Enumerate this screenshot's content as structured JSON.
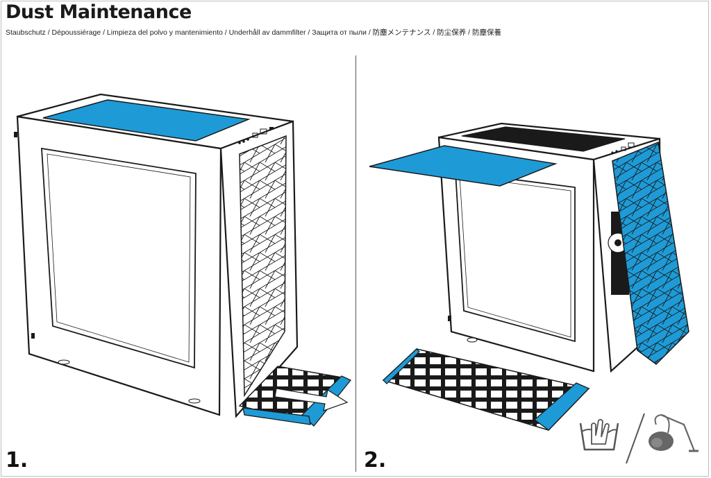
{
  "document": {
    "title": "Dust Maintenance",
    "subtitle": "Staubschutz / Dépoussiérage / Limpieza del polvo y mantenimiento / Underhåll av dammfilter / Защита от пыли / 防塵メンテナンス / 防尘保养 / 防塵保養"
  },
  "steps": [
    {
      "label": "1."
    },
    {
      "label": "2."
    }
  ],
  "care_icons": [
    "hand-wash-icon",
    "vacuum-cleaner-icon"
  ],
  "colors": {
    "filter_blue": "#1E9BD7",
    "outline": "#1a1a1a",
    "background": "#ffffff"
  }
}
